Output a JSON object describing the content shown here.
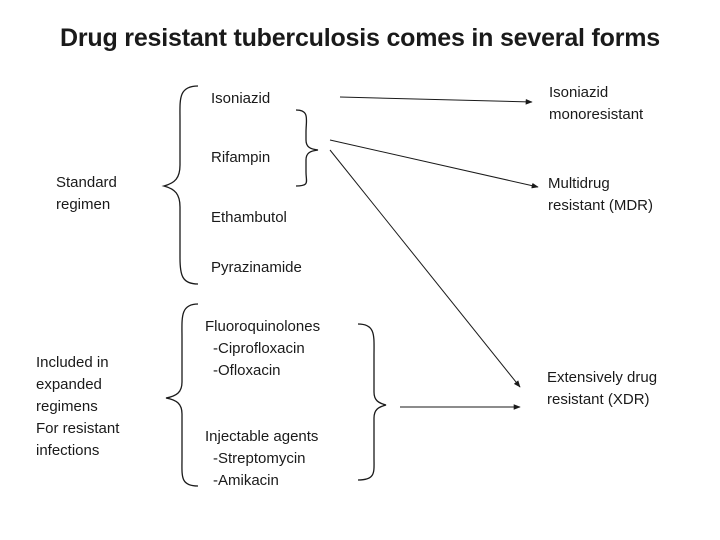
{
  "title": "Drug resistant tuberculosis comes in several forms",
  "standard": {
    "label": [
      "Standard",
      "regimen"
    ],
    "drugs": [
      "Isoniazid",
      "Rifampin",
      "Ethambutol",
      "Pyrazinamide"
    ]
  },
  "expanded": {
    "label": [
      "Included in",
      "expanded",
      "regimens",
      "For resistant",
      "infections"
    ],
    "fluoroquinolones": {
      "heading": "Fluoroquinolones",
      "items": [
        "-Ciprofloxacin",
        "-Ofloxacin"
      ]
    },
    "injectables": {
      "heading": "Injectable agents",
      "items": [
        "-Streptomycin",
        "-Amikacin"
      ]
    }
  },
  "outcomes": {
    "mono": [
      "Isoniazid",
      "monoresistant"
    ],
    "mdr": [
      "Multidrug",
      "resistant (MDR)"
    ],
    "xdr": [
      "Extensively drug",
      "resistant (XDR)"
    ]
  }
}
